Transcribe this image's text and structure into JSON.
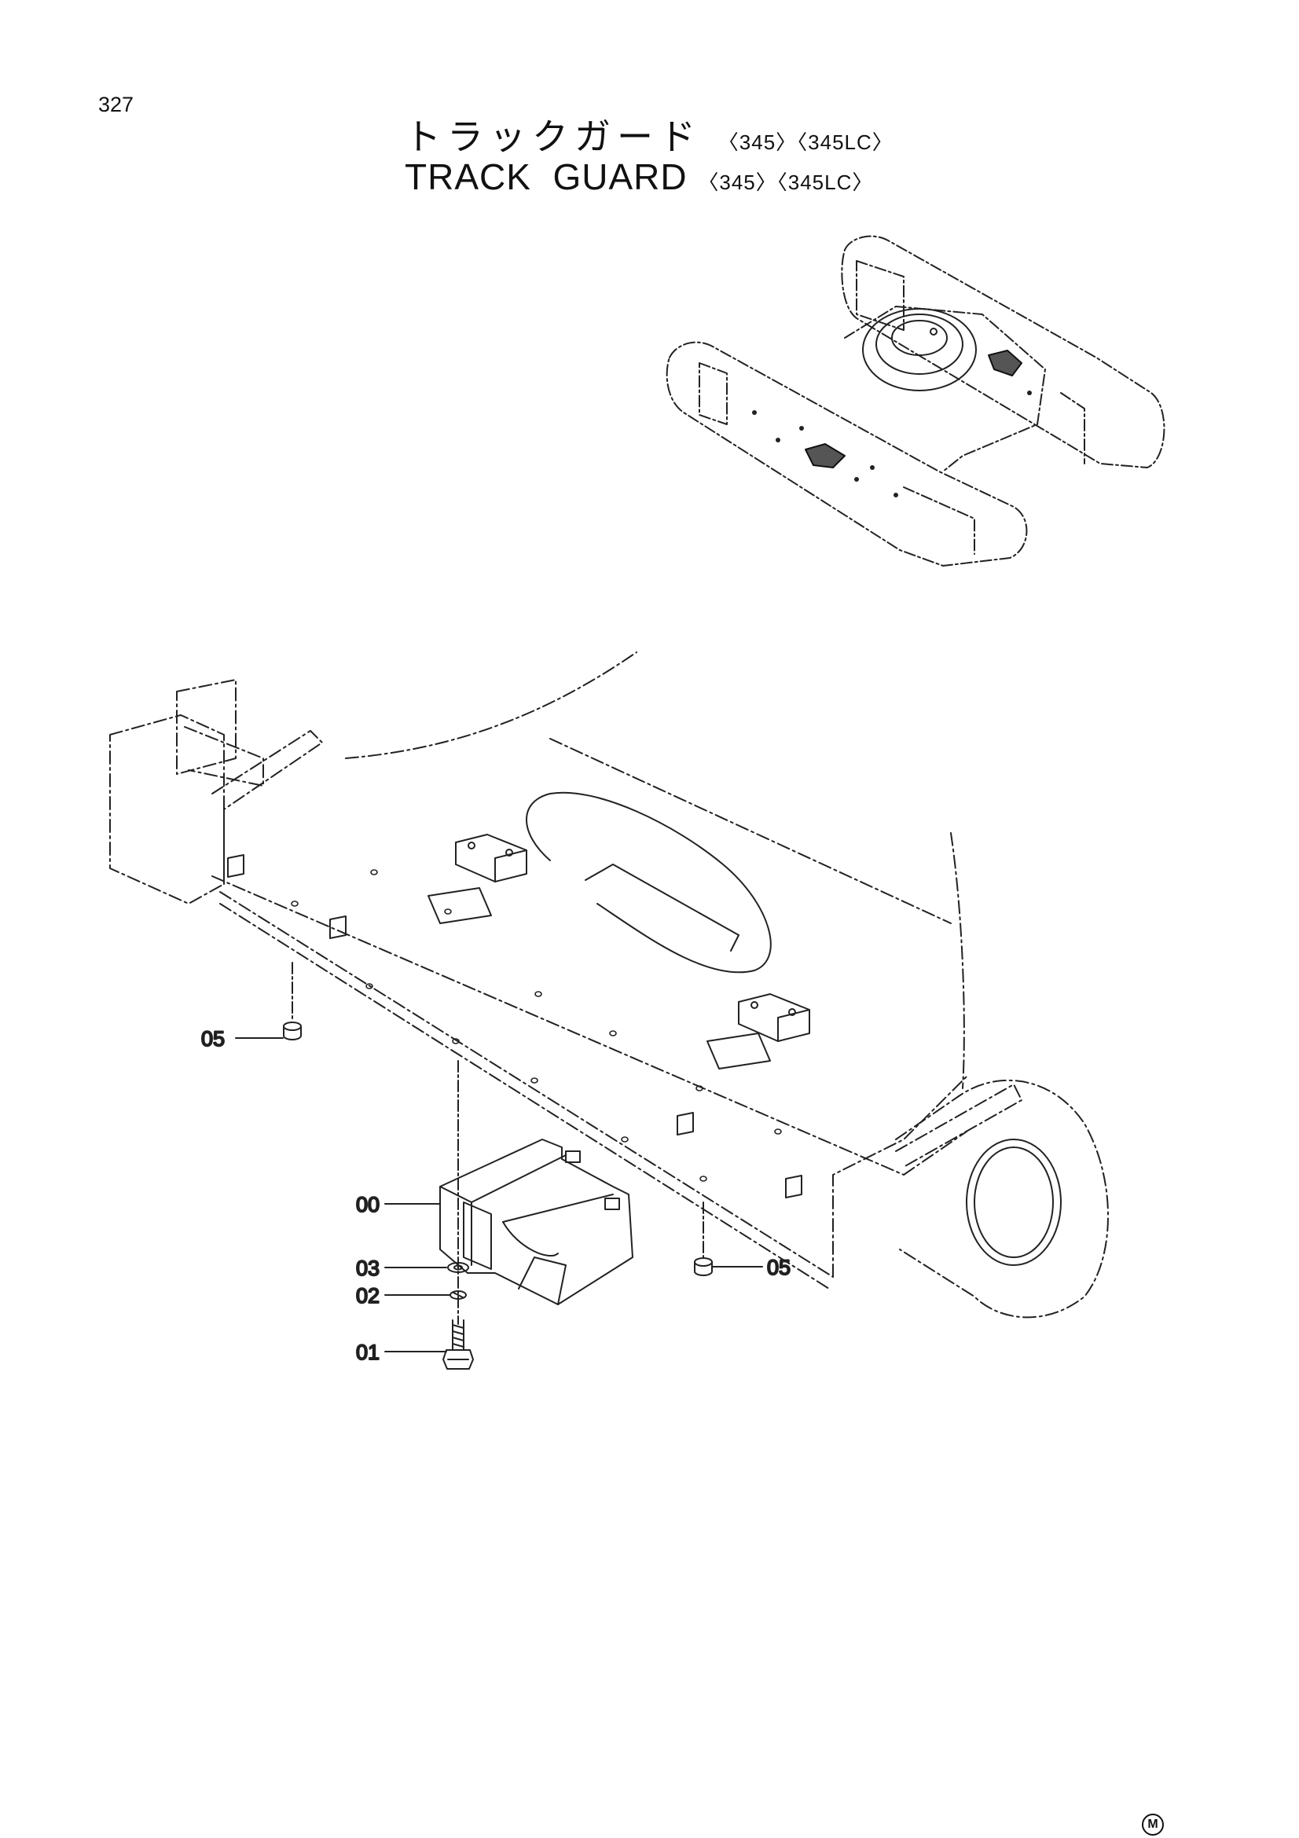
{
  "page_number": "327",
  "title_ja": "トラックガード",
  "title_en": "TRACK  GUARD",
  "models": [
    "〈345〉",
    "〈345LC〉"
  ],
  "callouts": {
    "c05_left": "05",
    "c00": "00",
    "c03": "03",
    "c02": "02",
    "c01": "01",
    "c05_right": "05"
  },
  "maker_mark": "M"
}
